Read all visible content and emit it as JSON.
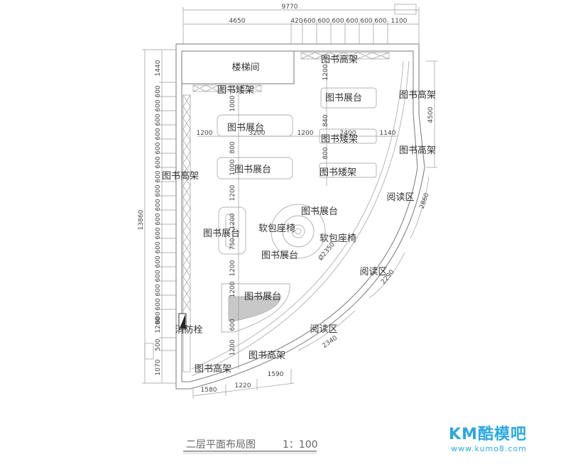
{
  "title": "二层平面布局图",
  "scale": "1：100",
  "watermark": {
    "main": "KM酷模吧",
    "url": "www.kumo8.com"
  },
  "overall_width": "9770",
  "overall_height": "13860",
  "top_dims": [
    "4650",
    "420",
    "600",
    "600",
    "600",
    "600",
    "600",
    "600",
    "1100"
  ],
  "left_dims": [
    "1440",
    "600",
    "600",
    "600",
    "600",
    "600",
    "600",
    "600",
    "600",
    "600",
    "600",
    "600",
    "600",
    "600",
    "600",
    "600",
    "600",
    "600",
    "1200",
    "500",
    "1070"
  ],
  "right_dims": [
    "4500",
    "2860",
    "2290",
    "2340"
  ],
  "inner_dims": [
    "1200",
    "3200",
    "1200",
    "2400",
    "1140",
    "1200",
    "1000",
    "840",
    "800",
    "800",
    "1000",
    "1200",
    "1200",
    "750",
    "1200",
    "1200",
    "600",
    "1200",
    "1580",
    "1220",
    "1590",
    "Ø2350"
  ],
  "rooms": {
    "stair": "楼梯间",
    "shelf_high": "图书高架",
    "shelf_low": "图书矮架",
    "display": "图书展台",
    "seat": "软包座椅",
    "reading": "阅读区",
    "hydrant": "消防栓"
  },
  "colors": {
    "line": "#777777",
    "text": "#333333",
    "accent": "#2aa8e0"
  }
}
